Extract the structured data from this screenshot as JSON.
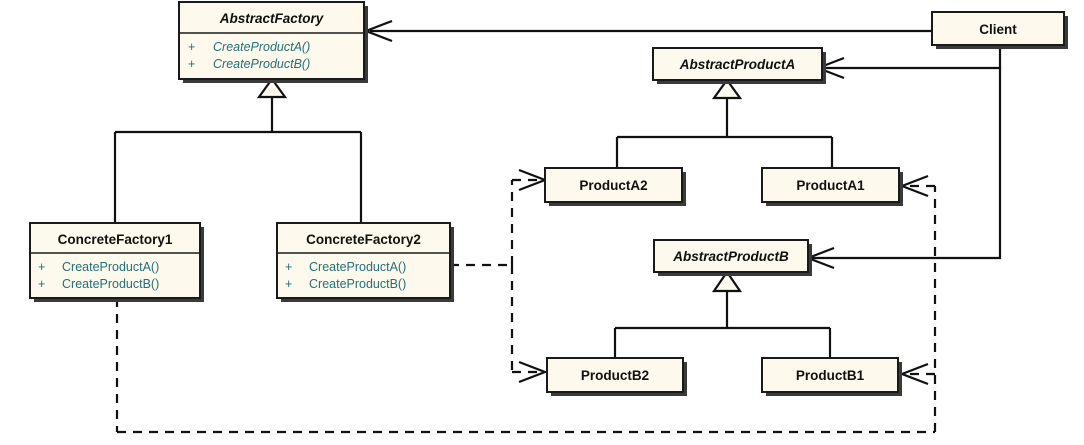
{
  "diagram": {
    "title": "Abstract Factory pattern UML class diagram",
    "colors": {
      "box_fill": "#fdf9ec",
      "box_border": "#1a1a1a",
      "member_text": "#23707a",
      "title_text": "#10100f",
      "background": "#ffffff",
      "shadow": "#3a3a3a"
    },
    "classes": [
      {
        "id": "abstract-factory",
        "name": "AbstractFactory",
        "abstract": true,
        "members": [
          {
            "visibility": "+",
            "name": "CreateProductA()",
            "abstract": true
          },
          {
            "visibility": "+",
            "name": "CreateProductB()",
            "abstract": true
          }
        ]
      },
      {
        "id": "concrete-factory-1",
        "name": "ConcreteFactory1",
        "abstract": false,
        "members": [
          {
            "visibility": "+",
            "name": "CreateProductA()",
            "abstract": false
          },
          {
            "visibility": "+",
            "name": "CreateProductB()",
            "abstract": false
          }
        ]
      },
      {
        "id": "concrete-factory-2",
        "name": "ConcreteFactory2",
        "abstract": false,
        "members": [
          {
            "visibility": "+",
            "name": "CreateProductA()",
            "abstract": false
          },
          {
            "visibility": "+",
            "name": "CreateProductB()",
            "abstract": false
          }
        ]
      },
      {
        "id": "client",
        "name": "Client",
        "abstract": false,
        "members": []
      },
      {
        "id": "abstract-product-a",
        "name": "AbstractProductA",
        "abstract": true,
        "members": []
      },
      {
        "id": "product-a2",
        "name": "ProductA2",
        "abstract": false,
        "members": []
      },
      {
        "id": "product-a1",
        "name": "ProductA1",
        "abstract": false,
        "members": []
      },
      {
        "id": "abstract-product-b",
        "name": "AbstractProductB",
        "abstract": true,
        "members": []
      },
      {
        "id": "product-b2",
        "name": "ProductB2",
        "abstract": false,
        "members": []
      },
      {
        "id": "product-b1",
        "name": "ProductB1",
        "abstract": false,
        "members": []
      }
    ],
    "relationships": [
      {
        "id": "inherit-factories",
        "type": "generalization",
        "from": [
          "ConcreteFactory1",
          "ConcreteFactory2"
        ],
        "to": "AbstractFactory",
        "style": "solid"
      },
      {
        "id": "inherit-product-a",
        "type": "generalization",
        "from": [
          "ProductA2",
          "ProductA1"
        ],
        "to": "AbstractProductA",
        "style": "solid"
      },
      {
        "id": "inherit-product-b",
        "type": "generalization",
        "from": [
          "ProductB2",
          "ProductB1"
        ],
        "to": "AbstractProductB",
        "style": "solid"
      },
      {
        "id": "client-uses-factory",
        "type": "association",
        "from": "Client",
        "to": "AbstractFactory",
        "style": "solid"
      },
      {
        "id": "client-uses-product-a",
        "type": "association",
        "from": "Client",
        "to": "AbstractProductA",
        "style": "solid"
      },
      {
        "id": "client-uses-product-b",
        "type": "association",
        "from": "Client",
        "to": "AbstractProductB",
        "style": "solid"
      },
      {
        "id": "factory2-creates-a2",
        "type": "dependency",
        "from": "ConcreteFactory2",
        "to": "ProductA2",
        "style": "dashed"
      },
      {
        "id": "factory2-creates-b2",
        "type": "dependency",
        "from": "ConcreteFactory2",
        "to": "ProductB2",
        "style": "dashed"
      },
      {
        "id": "factory1-creates-a1",
        "type": "dependency",
        "from": "ConcreteFactory1",
        "to": "ProductA1",
        "style": "dashed"
      },
      {
        "id": "factory1-creates-b1",
        "type": "dependency",
        "from": "ConcreteFactory1",
        "to": "ProductB1",
        "style": "dashed"
      }
    ]
  }
}
